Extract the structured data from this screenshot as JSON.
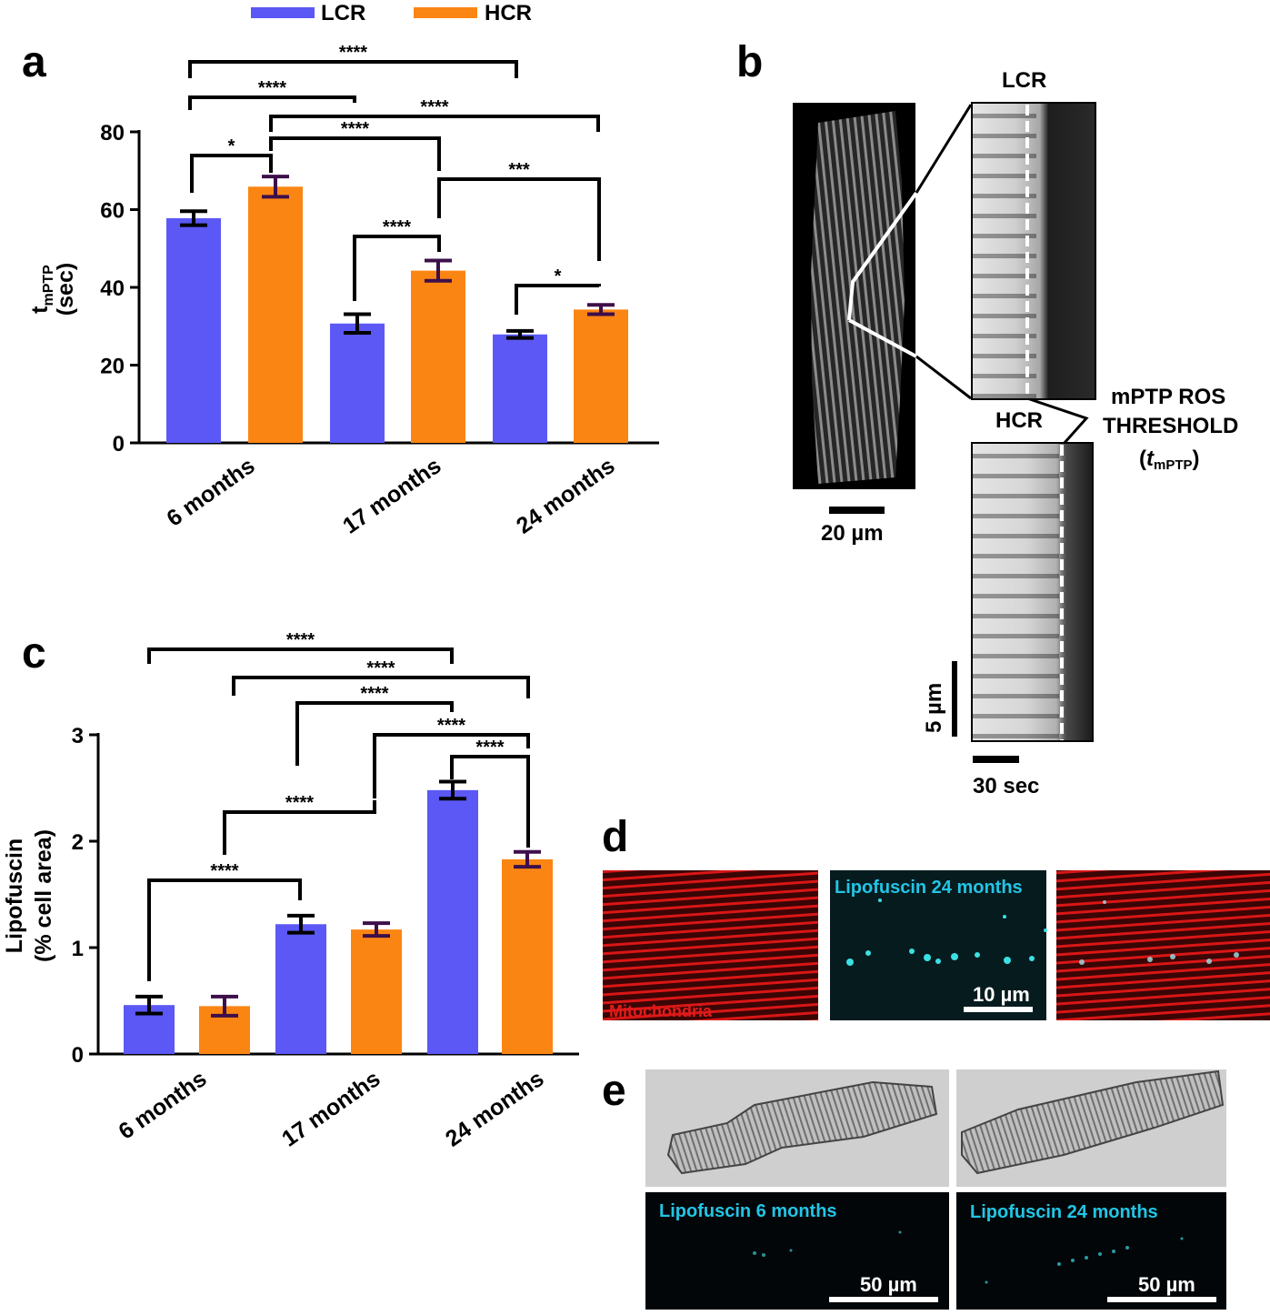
{
  "legend": [
    {
      "name": "LCR",
      "color": "#5b58f5"
    },
    {
      "name": "HCR",
      "color": "#fb8513"
    }
  ],
  "panels": {
    "a": "a",
    "b": "b",
    "c": "c",
    "d": "d",
    "e": "e"
  },
  "chart_data": [
    {
      "panel": "a",
      "type": "bar",
      "categories": [
        "6 months",
        "17 months",
        "24 months"
      ],
      "series": [
        {
          "name": "LCR",
          "values": [
            57.8,
            30.7,
            27.9
          ],
          "errors": [
            1.8,
            2.4,
            0.9
          ],
          "color": "#5b58f5"
        },
        {
          "name": "HCR",
          "values": [
            65.9,
            44.3,
            34.3
          ],
          "errors": [
            2.6,
            2.6,
            1.2
          ],
          "color": "#fb8513"
        }
      ],
      "ylabel": "t",
      "ylabel_sub": "mPTP",
      "ylabel2": "(sec)",
      "ylim": [
        0,
        80
      ],
      "yticks": [
        0,
        20,
        40,
        60,
        80
      ],
      "significance": [
        "****",
        "****",
        "****",
        "*",
        "****",
        "***",
        "****",
        "*"
      ]
    },
    {
      "panel": "c",
      "type": "bar",
      "categories": [
        "6 months",
        "17 months",
        "24 months"
      ],
      "series": [
        {
          "name": "LCR",
          "values": [
            0.46,
            1.22,
            2.48
          ],
          "errors": [
            0.08,
            0.08,
            0.08
          ],
          "color": "#5b58f5"
        },
        {
          "name": "HCR",
          "values": [
            0.45,
            1.17,
            1.83
          ],
          "errors": [
            0.09,
            0.06,
            0.07
          ],
          "color": "#fb8513"
        }
      ],
      "ylabel": "Lipofuscin",
      "ylabel2": "(% cell area)",
      "ylim": [
        0,
        3
      ],
      "yticks": [
        0,
        1,
        2,
        3
      ],
      "significance": [
        "****",
        "****",
        "****",
        "****",
        "****",
        "****",
        "****"
      ]
    }
  ],
  "panel_b": {
    "lcr_label": "LCR",
    "hcr_label": "HCR",
    "threshold_line1": "mPTP ROS",
    "threshold_line2": "THRESHOLD",
    "threshold_paren_open": "(",
    "threshold_t": "t",
    "threshold_sub": "mPTP",
    "threshold_paren_close": ")",
    "scale_cell": "20 µm",
    "scale_vertical": "5 µm",
    "scale_time": "30 sec"
  },
  "panel_d": {
    "mito_label": "Mitochondria",
    "lipo_label": "Lipofuscin 24 months",
    "scale": "10 µm"
  },
  "panel_e": {
    "lipo6_label": "Lipofuscin 6 months",
    "lipo24_label": "Lipofuscin 24 months",
    "scale1": "50 µm",
    "scale2": "50 µm"
  },
  "colors": {
    "lcr": "#5b58f5",
    "hcr": "#fb8513",
    "error_hcr": "#3d0f4a",
    "error_lcr": "#000000"
  }
}
